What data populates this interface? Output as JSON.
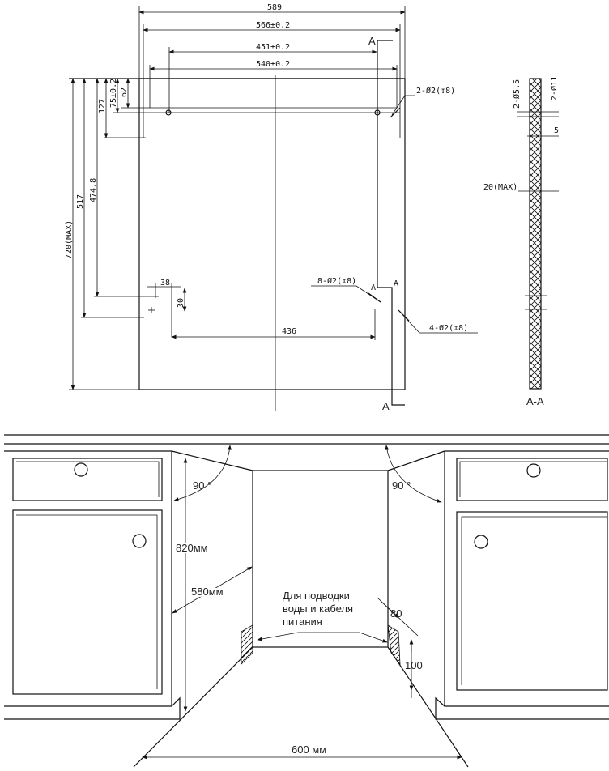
{
  "top_view": {
    "dims": {
      "width_total": "589",
      "width_566": "566±0.2",
      "width_451": "451±0.2",
      "width_540": "540±0.2",
      "height_max": "720(MAX)",
      "height_517": "517",
      "height_474": "474.8",
      "height_127": "127",
      "height_75": "75±0.2",
      "height_62": "62",
      "dx_38": "38",
      "dy_30": "30",
      "dx_436": "436"
    },
    "callouts": {
      "top_holes": "2-Ø2(↧8)",
      "mid_holes": "8-Ø2(↧8)",
      "side_holes": "4-Ø2(↧8)"
    },
    "section_mark": "A"
  },
  "section_view": {
    "title": "A-A",
    "hole_small": "2-Ø5.5",
    "hole_large": "2-Ø11",
    "depth_5": "5",
    "thickness": "20(MAX)"
  },
  "niche": {
    "angle_left": "90 °",
    "angle_right": "90 °",
    "height": "820мм",
    "depth": "580мм",
    "width": "600 мм",
    "note_lines": [
      "Для подводки",
      "воды и кабеля",
      "питания"
    ],
    "opening_80": "80",
    "opening_100": "100"
  }
}
